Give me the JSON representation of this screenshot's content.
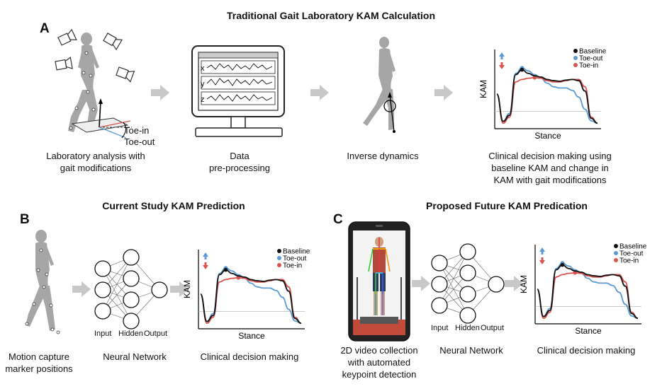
{
  "colors": {
    "baseline": "#111111",
    "toe_out": "#5b9bd5",
    "toe_in": "#d9534f",
    "arrow": "#c8c8c8",
    "figure": "#a6a6a6"
  },
  "section_a": {
    "title": "Traditional Gait Laboratory KAM Calculation",
    "label": "A",
    "toe_in": "Toe-in",
    "toe_out": "Toe-out",
    "steps": [
      {
        "caption_l1": "Laboratory analysis with",
        "caption_l2": "gait modifications"
      },
      {
        "caption_l1": "Data",
        "caption_l2": "pre-processing"
      },
      {
        "caption_l1": "Inverse dynamics",
        "caption_l2": ""
      },
      {
        "caption_l1": "Clinical decision making using",
        "caption_l2": "baseline KAM and change in",
        "caption_l3": "KAM with gait modifications"
      }
    ],
    "monitor_axes": [
      "x",
      "y",
      "z"
    ]
  },
  "section_b": {
    "title": "Current Study KAM Prediction",
    "label": "B",
    "caption_motion_l1": "Motion capture",
    "caption_motion_l2": "marker positions",
    "caption_nn": "Neural Network",
    "caption_clin": "Clinical decision making"
  },
  "section_c": {
    "title": "Proposed Future KAM Predication",
    "label": "C",
    "caption_video_l1": "2D video collection",
    "caption_video_l2": "with automated",
    "caption_video_l3": "keypoint detection",
    "caption_nn": "Neural Network",
    "caption_clin": "Clinical decision making"
  },
  "nn_labels": {
    "input": "Input",
    "hidden": "Hidden",
    "output": "Output"
  },
  "chart_data": {
    "type": "line",
    "xlabel": "Stance",
    "ylabel": "KAM",
    "series": [
      {
        "name": "Baseline",
        "values": [
          0.5,
          0.05,
          0.15,
          0.82,
          0.9,
          0.84,
          0.8,
          0.78,
          0.74,
          0.72,
          0.71,
          0.73,
          0.74,
          0.72,
          0.55,
          0.1,
          0.02
        ]
      },
      {
        "name": "Toe-out",
        "values": [
          0.5,
          0.05,
          0.18,
          0.84,
          0.93,
          0.88,
          0.82,
          0.76,
          0.68,
          0.62,
          0.6,
          0.6,
          0.56,
          0.45,
          0.25,
          0.06,
          0.02
        ]
      },
      {
        "name": "Toe-in",
        "values": [
          0.5,
          0.02,
          0.12,
          0.7,
          0.74,
          0.76,
          0.77,
          0.76,
          0.72,
          0.7,
          0.7,
          0.72,
          0.74,
          0.74,
          0.62,
          0.12,
          0.02
        ]
      }
    ]
  }
}
